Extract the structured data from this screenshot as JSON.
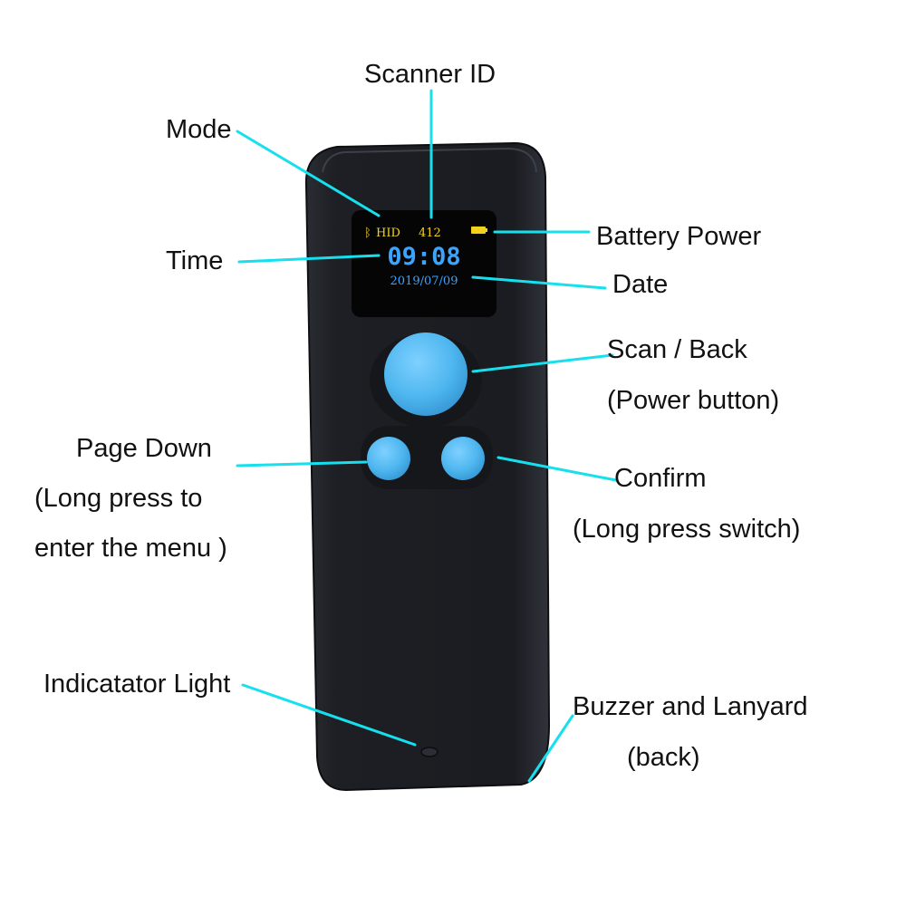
{
  "device": {
    "screen": {
      "mode_text": "HID",
      "scanner_id": "412",
      "time": "09:08",
      "date": "2019/07/09"
    }
  },
  "callouts": {
    "scanner_id": "Scanner ID",
    "mode": "Mode",
    "battery_power": "Battery Power",
    "time": "Time",
    "date": "Date",
    "scan_back": "Scan / Back",
    "power_button": "(Power button)",
    "page_down": "Page Down",
    "page_down_note_1": "(Long press to",
    "page_down_note_2": "enter the menu )",
    "confirm": "Confirm",
    "confirm_note": "(Long press switch)",
    "indicator_light": "Indicatator Light",
    "buzzer_lanyard": "Buzzer and Lanyard",
    "buzzer_lanyard_note": "(back)"
  },
  "colors": {
    "leader_line": "#16e0ee",
    "device_body": "#1b1d22",
    "button": "#4fb7ef",
    "screen_yellow": "#f2d21c",
    "screen_blue": "#3ba4ff"
  }
}
